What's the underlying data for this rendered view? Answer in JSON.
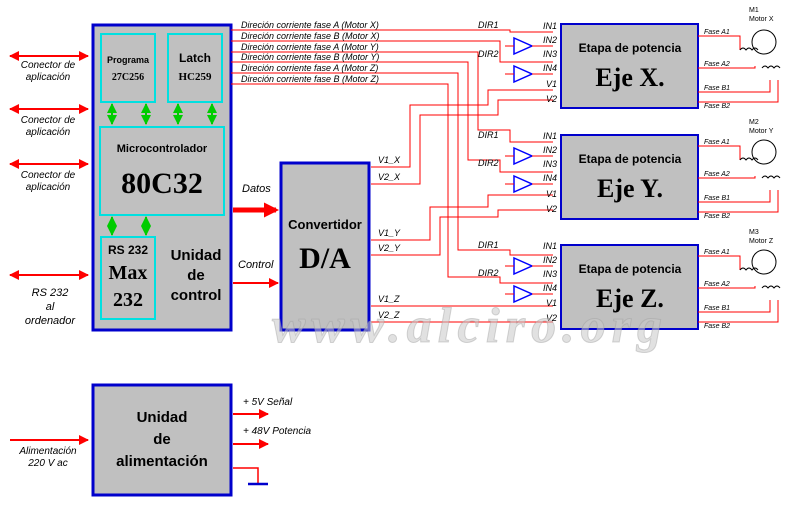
{
  "left_labels": {
    "connector1": [
      "Conector de",
      "aplicación"
    ],
    "connector2": [
      "Conector de",
      "aplicación"
    ],
    "connector3": [
      "Conector de",
      "aplicación"
    ],
    "rs232": [
      "RS 232",
      "al",
      "ordenador"
    ],
    "power_in": [
      "Alimentación",
      "220 V ac"
    ]
  },
  "control_unit": {
    "programa": [
      "Programa",
      "27C256"
    ],
    "latch": [
      "Latch",
      "HC259"
    ],
    "micro_title": "Microcontrolador",
    "micro_chip": "80C32",
    "rs232_chip": [
      "RS 232",
      "Max",
      "232"
    ],
    "unit_label": [
      "Unidad",
      "de",
      "control"
    ]
  },
  "signals": {
    "datos": "Datos",
    "control": "Control",
    "direction_lines": [
      "Direción corriente fase A (Motor X)",
      "Direción corriente fase B (Motor X)",
      "Direción corriente fase A (Motor Y)",
      "Direción corriente fase B (Motor Y)",
      "Direción corriente fase A (Motor Z)",
      "Direción corriente fase B (Motor Z)"
    ],
    "dac_outputs": [
      "V1_X",
      "V2_X",
      "V1_Y",
      "V2_Y",
      "V1_Z",
      "V2_Z"
    ]
  },
  "dac": {
    "title": "Convertidor",
    "chip": "D/A"
  },
  "power_stages": [
    {
      "title": "Etapa de potencia",
      "axis": "Eje X.",
      "motor": [
        "M1",
        "Motor X"
      ]
    },
    {
      "title": "Etapa de potencia",
      "axis": "Eje Y.",
      "motor": [
        "M2",
        "Motor Y"
      ]
    },
    {
      "title": "Etapa de potencia",
      "axis": "Eje Z.",
      "motor": [
        "M3",
        "Motor Z"
      ]
    }
  ],
  "stage_pins": {
    "dir": [
      "DIR1",
      "DIR2"
    ],
    "inputs": [
      "IN1",
      "IN2",
      "IN3",
      "IN4",
      "V1",
      "V2"
    ],
    "phases": [
      "Fase A1",
      "Fase A2",
      "Fase B1",
      "Fase B2"
    ]
  },
  "power_unit": {
    "label": [
      "Unidad",
      "de",
      "alimentación"
    ],
    "out1": "+ 5V Señal",
    "out2": "+ 48V Potencia"
  },
  "watermark": "www.alciro.org",
  "colors": {
    "block_fill": "#c0c0c0",
    "block_border": "#0000cc",
    "chip_border": "#00e0e0",
    "signal": "#ff0000",
    "internal_arrow": "#00cc00",
    "buffer": "#0000ff"
  }
}
